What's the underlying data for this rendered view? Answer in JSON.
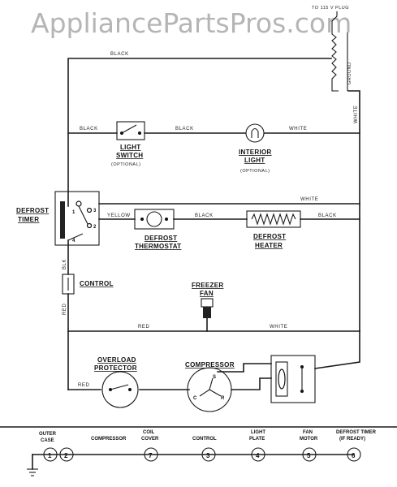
{
  "watermark": "AppliancePartsPros.com",
  "plug": {
    "label": "TO 115 V PLUG",
    "ground": "GROUND"
  },
  "wire_labels": {
    "black_top": "BLACK",
    "white_right": "WHITE",
    "black_1": "BLACK",
    "black_2": "BLACK",
    "white_1": "WHITE",
    "white_2": "WHITE",
    "yellow": "YELLOW",
    "black_3": "BLACK",
    "black_4": "BLACK",
    "blk": "BLK",
    "red_left": "RED",
    "red_mid": "RED",
    "white_3": "WHITE",
    "red_low": "RED"
  },
  "components": {
    "light_switch": [
      "LIGHT",
      "SWITCH"
    ],
    "light_switch_note": "(OPTIONAL)",
    "interior_light": [
      "INTERIOR",
      "LIGHT"
    ],
    "interior_light_note": "(OPTIONAL)",
    "defrost_timer": [
      "DEFROST",
      "TIMER"
    ],
    "defrost_thermostat": [
      "DEFROST",
      "THERMOSTAT"
    ],
    "defrost_heater": [
      "DEFROST",
      "HEATER"
    ],
    "control": "CONTROL",
    "freezer_fan": [
      "FREEZER",
      "FAN"
    ],
    "overload_protector": [
      "OVERLOAD",
      "PROTECTOR"
    ],
    "compressor": "COMPRESSOR"
  },
  "timer_terminals": [
    "1",
    "3",
    "2",
    "4"
  ],
  "compressor_terminals": [
    "S",
    "C",
    "R"
  ],
  "ground_strip": {
    "items": [
      {
        "label": [
          "OUTER",
          "CASE"
        ],
        "number": "1"
      },
      {
        "label": [
          "COMPRESSOR"
        ],
        "number": "2"
      },
      {
        "label": [
          "COIL",
          "COVER"
        ],
        "number": "7"
      },
      {
        "label": [
          "CONTROL"
        ],
        "number": "3"
      },
      {
        "label": [
          "LIGHT",
          "PLATE"
        ],
        "number": "4"
      },
      {
        "label": [
          "FAN",
          "MOTOR"
        ],
        "number": "5"
      },
      {
        "label": [
          "DEFROST TIMER",
          "(IF READY)"
        ],
        "number": "6"
      }
    ]
  }
}
